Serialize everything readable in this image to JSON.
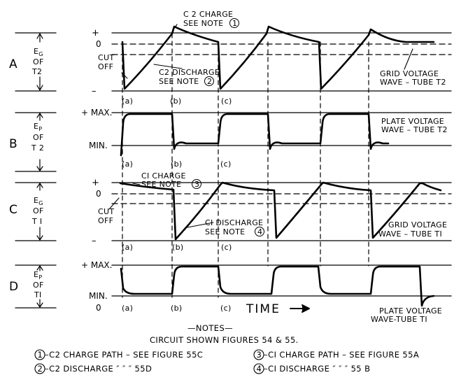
{
  "rows": [
    {
      "letter": "A",
      "param_main": "E",
      "param_sub": "G",
      "param_of": "OF",
      "param_tube": "T2",
      "level_labels": [
        "+",
        "0",
        "–"
      ],
      "cutoff": [
        "CUT",
        "OFF"
      ],
      "points": [
        "(a)",
        "(b)",
        "(c)"
      ],
      "wave_caption": [
        "GRID VOLTAGE",
        "WAVE – TUBE T2"
      ],
      "annot_charge": [
        "C 2  CHARGE",
        "SEE  NOTE"
      ],
      "annot_charge_num": "1",
      "annot_discharge": [
        "C2 DISCHARGE",
        "SEE NOTE"
      ],
      "annot_discharge_num": "2"
    },
    {
      "letter": "B",
      "param_main": "E",
      "param_sub": "P",
      "param_of": "OF",
      "param_tube": "T 2",
      "level_labels": [
        "+ MAX.",
        "MIN."
      ],
      "points": [
        "(a)",
        "(b)",
        "(c)"
      ],
      "wave_caption": [
        "PLATE VOLTAGE",
        "WAVE – TUBE T2"
      ]
    },
    {
      "letter": "C",
      "param_main": "E",
      "param_sub": "G",
      "param_of": "OF",
      "param_tube": "T I",
      "level_labels": [
        "+",
        "0",
        "–"
      ],
      "cutoff": [
        "CUT",
        "OFF"
      ],
      "points": [
        "(a)",
        "(b)",
        "(c)"
      ],
      "wave_caption": [
        "GRID VOLTAGE",
        "WAVE – TUBE TI"
      ],
      "annot_charge": [
        "CI  CHARGE",
        "SEE  NOTE"
      ],
      "annot_charge_num": "3",
      "annot_discharge": [
        "CI DISCHARGE",
        "SEE NOTE"
      ],
      "annot_discharge_num": "4"
    },
    {
      "letter": "D",
      "param_main": "E",
      "param_sub": "P",
      "param_of": "OF",
      "param_tube": "TI",
      "level_labels": [
        "+ MAX.",
        "MIN.",
        "0"
      ],
      "points": [
        "(a)",
        "(b)",
        "(c)"
      ],
      "wave_caption": [
        "PLATE VOLTAGE",
        "WAVE-TUBE TI"
      ]
    }
  ],
  "time_label": "TIME",
  "notes": {
    "heading": "—NOTES—",
    "circuit": "CIRCUIT SHOWN FIGURES 54 & 55.",
    "items": [
      {
        "num": "1",
        "text": "–C2  CHARGE  PATH – SEE  FIGURE  55C"
      },
      {
        "num": "3",
        "text": "–CI  CHARGE  PATH – SEE  FIGURE  55A"
      },
      {
        "num": "2",
        "text": "–C2  DISCHARGE   ″      ″       ″     55D"
      },
      {
        "num": "4",
        "text": "–CI  DISCHARGE  ″      ″       ″      55 B"
      }
    ]
  },
  "colors": {
    "ink": "#000000",
    "paper": "#ffffff"
  }
}
